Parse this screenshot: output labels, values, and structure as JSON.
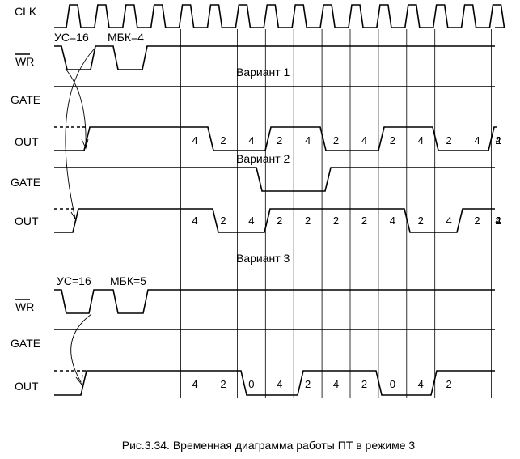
{
  "labels": {
    "clk": "CLK",
    "wr": "WR",
    "gate": "GATE",
    "out": "OUT"
  },
  "annotations": {
    "us1": "УС=16",
    "mbk1": "МБК=4",
    "us2": "УС=16",
    "mbk2": "МБК=5",
    "variant1": "Вариант 1",
    "variant2": "Вариант 2",
    "variant3": "Вариант 3"
  },
  "counts": {
    "out1": [
      "4",
      "2",
      "4",
      "2",
      "4",
      "2",
      "4",
      "2",
      "4",
      "2",
      "4",
      "2",
      "4"
    ],
    "out2": [
      "4",
      "2",
      "4",
      "2",
      "2",
      "2",
      "2",
      "4",
      "2",
      "4",
      "2",
      "4",
      "2"
    ],
    "out3": [
      "4",
      "2",
      "0",
      "4",
      "2",
      "4",
      "2",
      "0",
      "4",
      "2"
    ]
  },
  "caption": "Рис.3.34. Временная диаграмма работы ПТ в режиме 3"
}
